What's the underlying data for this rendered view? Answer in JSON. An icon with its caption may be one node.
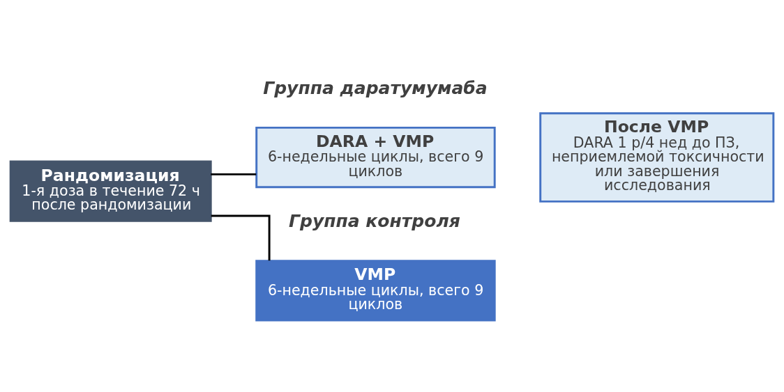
{
  "diagram": {
    "nodes": [
      {
        "text": [
          "Рандомизация",
          "1-я доза в течение 72 ч после рандомизации"
        ]
      },
      {
        "text": [
          "DARA + VMP",
          "6-недельные циклы, всего 9 циклов"
        ]
      },
      {
        "text": [
          "После VMP",
          "DARA 1 р/4 нед до ПЗ, неприемлемой токсичности или завершения исследования"
        ]
      },
      {
        "text": [
          "VMP",
          "6-недельные циклы, всего 9 циклов"
        ]
      }
    ],
    "edges": [
      {
        "from": 0,
        "to": 1,
        "arrow": "none"
      },
      {
        "from": 0,
        "to": 3,
        "arrow": "none"
      }
    ],
    "labels": [
      "Группа даратумумаба",
      "Группа контроля"
    ]
  }
}
